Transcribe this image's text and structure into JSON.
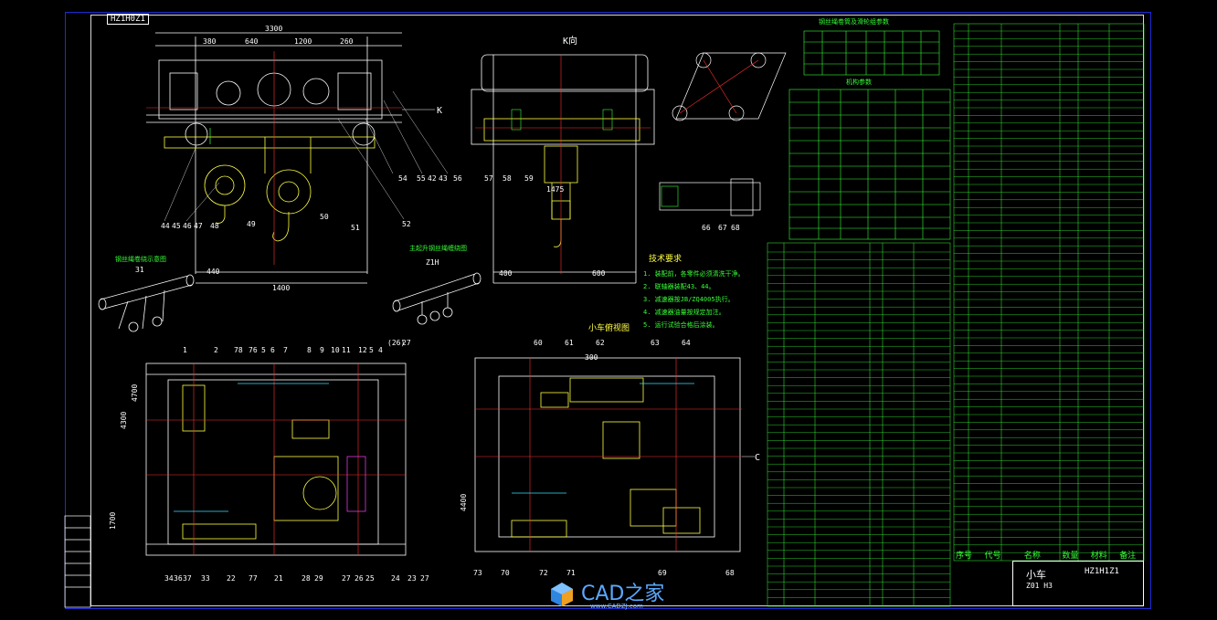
{
  "drawing": {
    "corner_tag": "HZ1H0Z1",
    "view_k_label": "K向",
    "view_c_marker": "C",
    "view_k_marker": "K",
    "scale_31": "31",
    "scale_214": "Z1H",
    "title_main_table": "钢丝绳卷筒及滑轮组参数",
    "title_perf_table": "机构参数",
    "title_tech_req": "技术要求",
    "title_layout": "小车俯视图",
    "title_left_note": "钢丝绳卷绕示意图",
    "title_right_note": "主起升钢丝绳缠绕图",
    "tech_req_items": [
      "1. 装配前，各零件必须清洗干净。",
      "2. 联轴器装配43、44。",
      "3. 减速器按JB/ZQ4005执行。",
      "4. 减速器油量按规定加注。",
      "5. 运行试验合格后涂装。"
    ],
    "callouts_top": [
      "54",
      "55",
      "42",
      "43",
      "56"
    ],
    "callouts_left": [
      "44",
      "45",
      "46",
      "47",
      "48"
    ],
    "callouts_mid": [
      "49",
      "50",
      "51",
      "52"
    ],
    "callouts_side": [
      "57",
      "58",
      "59"
    ],
    "callouts_detail": [
      "66",
      "67",
      "68"
    ],
    "callouts_bottom_left": [
      "34",
      "36",
      "37",
      "33",
      "22",
      "77",
      "21",
      "28",
      "29",
      "27",
      "26",
      "25",
      "24",
      "23",
      "27"
    ],
    "callouts_top_left": [
      "1",
      "2",
      "78",
      "76",
      "5",
      "6",
      "7",
      "8",
      "9",
      "10",
      "11",
      "12",
      "5",
      "4",
      "(26)",
      "27"
    ],
    "callouts_bottom_right": [
      "73",
      "70",
      "72",
      "71",
      "69",
      "68"
    ],
    "callouts_top_right": [
      "60",
      "61",
      "62",
      "63",
      "64"
    ],
    "dims": [
      "3300",
      "380",
      "640",
      "1200",
      "260",
      "1400",
      "440",
      "1475",
      "1700",
      "4300",
      "4700",
      "4400",
      "400",
      "600",
      "300"
    ],
    "right_table_header": [
      "序号",
      "代号",
      "名称",
      "数量",
      "材料",
      "备注"
    ],
    "title_block": {
      "name": "小车",
      "code": "HZ1H1Z1",
      "sub": "Z01 H3"
    }
  },
  "watermark": {
    "text": "CAD之家",
    "url": "www.CADZJ.com"
  },
  "colors": {
    "background": "#000000",
    "line_white": "#ffffff",
    "line_yellow": "#ffff40",
    "line_red": "#ff3030",
    "line_green": "#36ff36",
    "line_cyan": "#35e0ff",
    "line_magenta": "#ff40ff",
    "frame_blue": "#1e2bd6"
  }
}
